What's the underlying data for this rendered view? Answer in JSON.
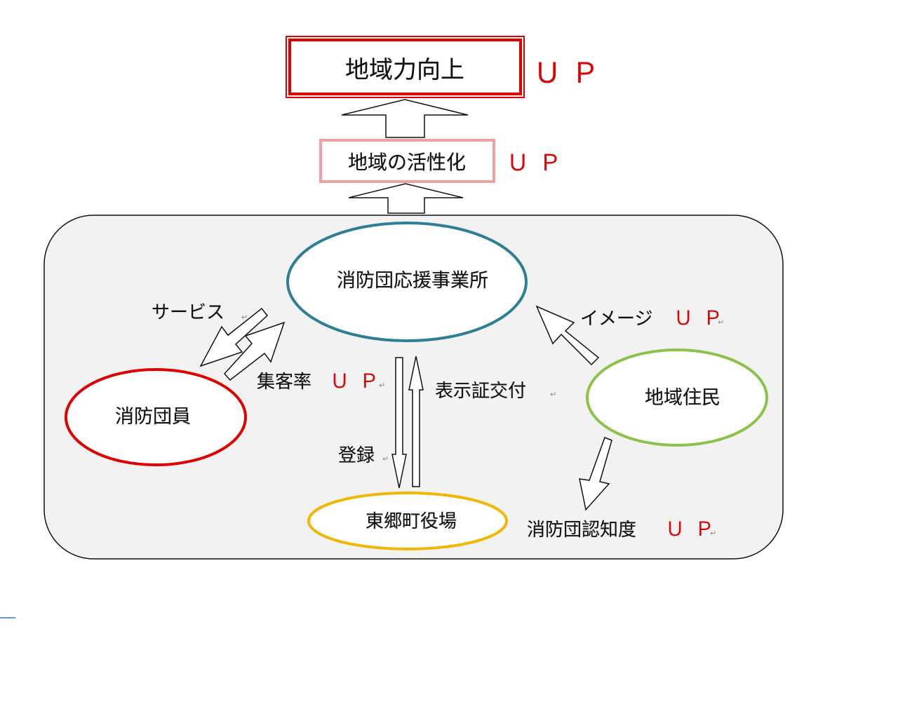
{
  "top_box": {
    "label": "地域力向上",
    "up": "ＵＰ",
    "border_color": "#e00000"
  },
  "mid_box": {
    "label": "地域の活性化",
    "up": "ＵＰ",
    "border_color": "#f0a0a0"
  },
  "nodes": {
    "support_office": {
      "label": "消防団応援事業所",
      "color": "#2e7f96"
    },
    "firefighters": {
      "label": "消防団員",
      "color": "#e00000"
    },
    "residents": {
      "label": "地域住民",
      "color": "#8bc34a"
    },
    "town_office": {
      "label": "東郷町役場",
      "color": "#f2b705"
    }
  },
  "edges": {
    "service": "サービス",
    "attendance": {
      "label": "集客率",
      "up": "ＵＰ"
    },
    "image": {
      "label": "イメージ",
      "up": "ＵＰ"
    },
    "registration": "登録",
    "display_cert": "表示証交付",
    "recognition": {
      "label": "消防団認知度",
      "up": "ＵＰ"
    }
  },
  "return_mark": "↵",
  "group_panel_color": "#f2f2f2"
}
